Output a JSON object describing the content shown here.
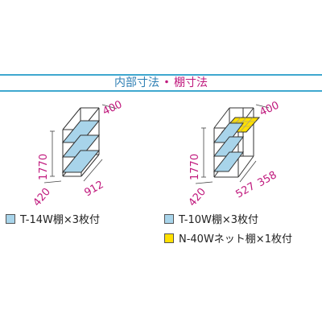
{
  "header": {
    "title_part1": "内部寸法",
    "separator": "・",
    "title_part2": "棚寸法"
  },
  "colors": {
    "accent_blue": "#3fa8cf",
    "dimension_magenta": "#c0197d",
    "shelf_blue": "#a8d4ea",
    "net_shelf_yellow": "#ffe000"
  },
  "left_unit": {
    "depth_top": "400",
    "height": "1770",
    "depth_bottom": "420",
    "width": "912",
    "legend": "T-14W棚×3枚付"
  },
  "right_unit": {
    "depth_top": "400",
    "height": "1770",
    "depth_bottom": "420",
    "width_left": "527",
    "width_right": "358",
    "legend_1": "T-10W棚×3枚付",
    "legend_2": "N-40Wネット棚×1枚付"
  }
}
